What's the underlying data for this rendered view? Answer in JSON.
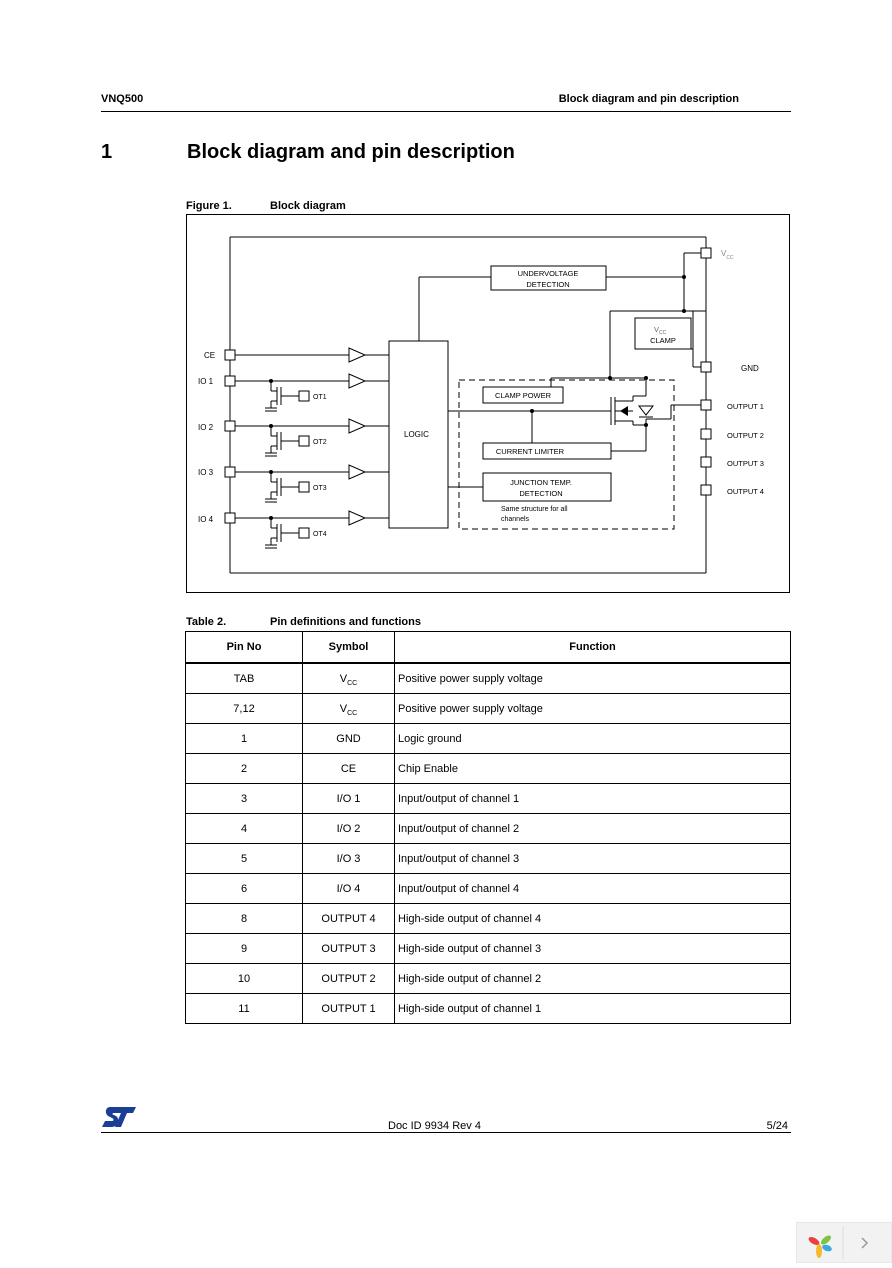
{
  "header": {
    "left": "VNQ500",
    "right": "Block diagram and pin description"
  },
  "section": {
    "number": "1",
    "title": "Block diagram and pin description"
  },
  "figure": {
    "caption_label": "Figure 1.",
    "caption_title": "Block diagram",
    "labels": {
      "vcc": "V",
      "vcc_sub": "CC",
      "gnd": "GND",
      "ce": "CE",
      "io1": "IO 1",
      "io2": "IO 2",
      "io3": "IO 3",
      "io4": "IO 4",
      "ot1": "OT1",
      "ot2": "OT2",
      "ot3": "OT3",
      "ot4": "OT4",
      "logic": "LOGIC",
      "undervoltage_1": "UNDERVOLTAGE",
      "undervoltage_2": "DETECTION",
      "clamp_v": "V",
      "clamp_v_sub": "CC",
      "clamp": "CLAMP",
      "clamp_power": "CLAMP POWER",
      "current_limiter": "CURRENT LIMITER",
      "junction_1": "JUNCTION TEMP.",
      "junction_2": "DETECTION",
      "same_1": "Same structure for all",
      "same_2": "channels",
      "out1": "OUTPUT 1",
      "out2": "OUTPUT 2",
      "out3": "OUTPUT 3",
      "out4": "OUTPUT 4"
    }
  },
  "table": {
    "caption_label": "Table 2.",
    "caption_title": "Pin definitions and functions",
    "headers": [
      "Pin No",
      "Symbol",
      "Function"
    ],
    "rows": [
      {
        "pin": "TAB",
        "symbol": "V",
        "symbol_sub": "CC",
        "function": "Positive power supply voltage"
      },
      {
        "pin": "7,12",
        "symbol": "V",
        "symbol_sub": "CC",
        "function": "Positive power supply voltage"
      },
      {
        "pin": "1",
        "symbol": "GND",
        "symbol_sub": "",
        "function": "Logic ground"
      },
      {
        "pin": "2",
        "symbol": "CE",
        "symbol_sub": "",
        "function": "Chip Enable"
      },
      {
        "pin": "3",
        "symbol": "I/O 1",
        "symbol_sub": "",
        "function": "Input/output of channel 1"
      },
      {
        "pin": "4",
        "symbol": "I/O 2",
        "symbol_sub": "",
        "function": "Input/output of channel 2"
      },
      {
        "pin": "5",
        "symbol": "I/O 3",
        "symbol_sub": "",
        "function": "Input/output of channel 3"
      },
      {
        "pin": "6",
        "symbol": "I/O 4",
        "symbol_sub": "",
        "function": "Input/output of channel 4"
      },
      {
        "pin": "8",
        "symbol": "OUTPUT 4",
        "symbol_sub": "",
        "function": "High-side output of channel 4"
      },
      {
        "pin": "9",
        "symbol": "OUTPUT 3",
        "symbol_sub": "",
        "function": "High-side output of channel 3"
      },
      {
        "pin": "10",
        "symbol": "OUTPUT 2",
        "symbol_sub": "",
        "function": "High-side output of channel 2"
      },
      {
        "pin": "11",
        "symbol": "OUTPUT 1",
        "symbol_sub": "",
        "function": "High-side output of channel 1"
      }
    ]
  },
  "footer": {
    "logo": "ST",
    "doc_id": "Doc ID 9934 Rev 4",
    "page": "5/24"
  },
  "colors": {
    "logo_blue": "#1a3f95",
    "corner_widget_bg": "#f2f2f2"
  }
}
